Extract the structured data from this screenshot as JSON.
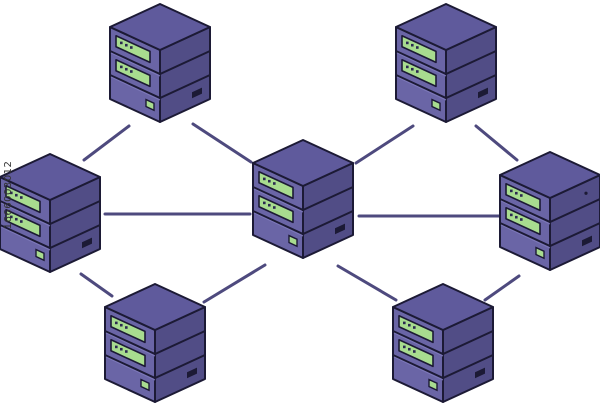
{
  "colors": {
    "background": "#ffffff",
    "link": "#4e4a7e",
    "top_face": "#5f5a9c",
    "left_face": "#6a65a6",
    "right_face": "#514d86",
    "outline": "#1c1a35",
    "panel": "#a8dc8f",
    "led": "#2a2850"
  },
  "icons": {
    "server": "server-rack-icon"
  },
  "servers": [
    {
      "id": "top-left",
      "units": 3
    },
    {
      "id": "top-right",
      "units": 3
    },
    {
      "id": "left",
      "units": 3
    },
    {
      "id": "center",
      "units": 3
    },
    {
      "id": "right",
      "units": 3
    },
    {
      "id": "bottom-left",
      "units": 3
    },
    {
      "id": "bottom-right",
      "units": 3
    }
  ],
  "links": [
    {
      "from": "top-left",
      "to": "left"
    },
    {
      "from": "top-left",
      "to": "center"
    },
    {
      "from": "top-right",
      "to": "center"
    },
    {
      "from": "top-right",
      "to": "right"
    },
    {
      "from": "left",
      "to": "center"
    },
    {
      "from": "center",
      "to": "right"
    },
    {
      "from": "left",
      "to": "bottom-left"
    },
    {
      "from": "center",
      "to": "bottom-left"
    },
    {
      "from": "center",
      "to": "bottom-right"
    },
    {
      "from": "right",
      "to": "bottom-right"
    }
  ],
  "stock_id": "1666003012"
}
